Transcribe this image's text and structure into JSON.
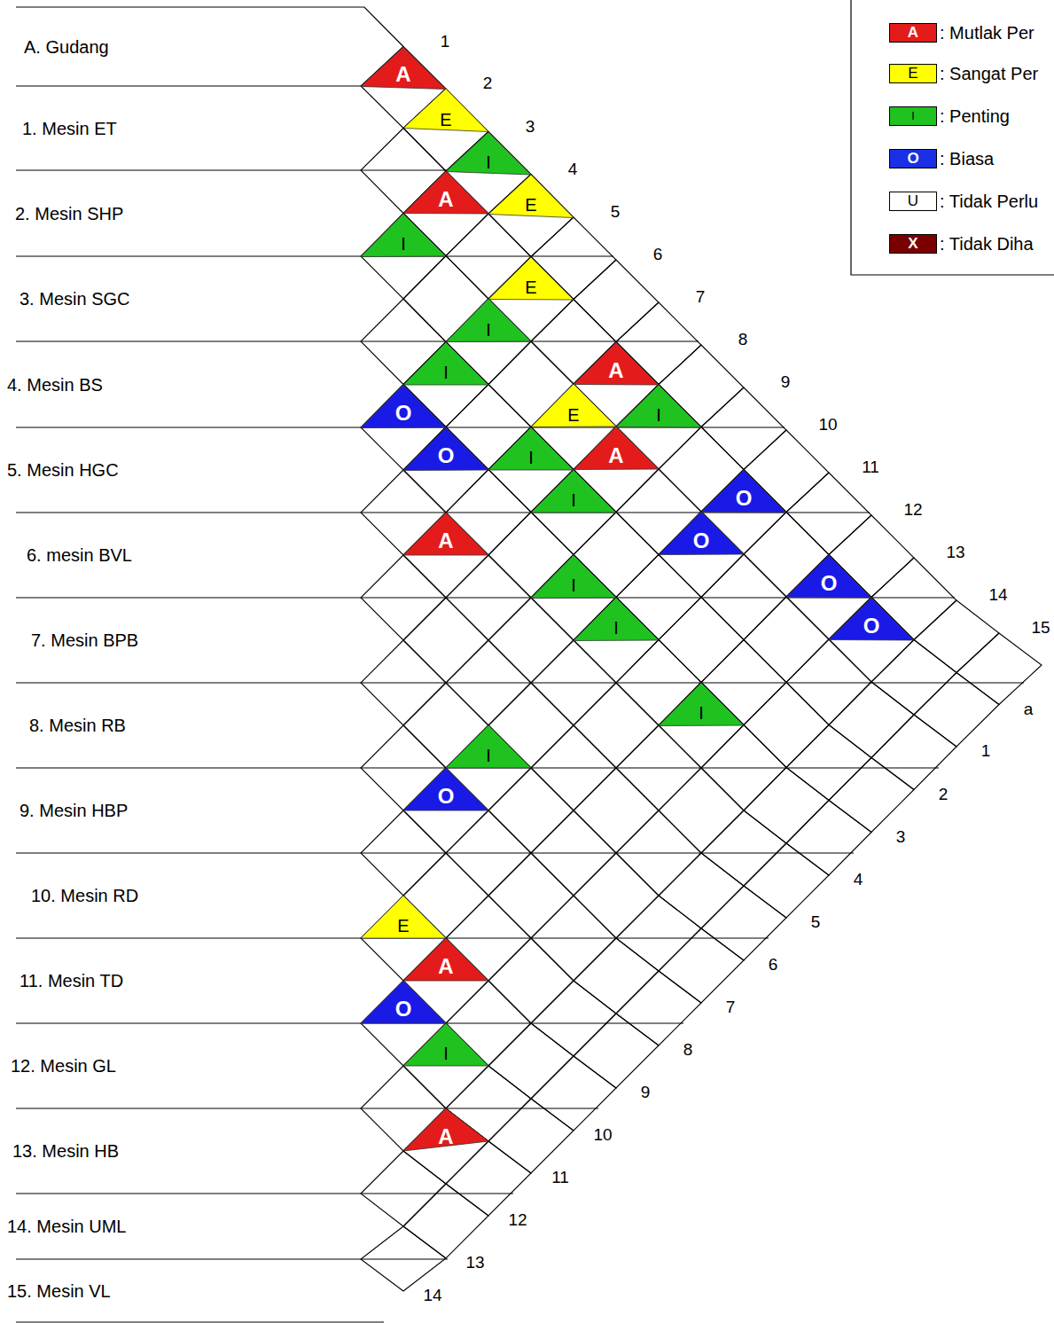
{
  "diagram": {
    "nodes": [
      {
        "text": [
          "A"
        ]
      },
      {
        "text": [
          "E"
        ]
      },
      {
        "text": [
          "I"
        ]
      },
      {
        "text": [
          "A"
        ]
      },
      {
        "text": [
          "E"
        ]
      },
      {
        "text": [
          "I"
        ]
      },
      {
        "text": [
          "E"
        ]
      },
      {
        "text": [
          "I"
        ]
      },
      {
        "text": [
          "I"
        ]
      },
      {
        "text": [
          "A"
        ]
      },
      {
        "text": [
          "E"
        ]
      },
      {
        "text": [
          "I"
        ]
      },
      {
        "text": [
          "O"
        ]
      },
      {
        "text": [
          "O"
        ]
      },
      {
        "text": [
          "I"
        ]
      },
      {
        "text": [
          "A"
        ]
      },
      {
        "text": [
          "I"
        ]
      },
      {
        "text": [
          "O"
        ]
      },
      {
        "text": [
          "A"
        ]
      },
      {
        "text": [
          "O"
        ]
      },
      {
        "text": [
          "I"
        ]
      },
      {
        "text": [
          "O"
        ]
      },
      {
        "text": [
          "I"
        ]
      },
      {
        "text": [
          "O"
        ]
      },
      {
        "text": [
          "I"
        ]
      },
      {
        "text": [
          "I"
        ]
      },
      {
        "text": [
          "O"
        ]
      },
      {
        "text": [
          "E"
        ]
      },
      {
        "text": [
          "A"
        ]
      },
      {
        "text": [
          "O"
        ]
      },
      {
        "text": [
          "I"
        ]
      },
      {
        "text": [
          "A"
        ]
      }
    ],
    "labels": [
      "A. Gudang",
      "1. Mesin ET",
      "2. Mesin SHP",
      "3. Mesin SGC",
      "4. Mesin BS",
      "5. Mesin HGC",
      "6. mesin BVL",
      "7. Mesin BPB",
      "8. Mesin RB",
      "9. Mesin HBP",
      "10. Mesin RD",
      "11. Mesin TD",
      "12. Mesin GL",
      "13. Mesin HB",
      "14. Mesin UML",
      "15. Mesin VL",
      "1",
      "2",
      "3",
      "4",
      "5",
      "6",
      "7",
      "8",
      "9",
      "10",
      "11",
      "12",
      "13",
      "14",
      "15",
      "a",
      "1",
      "2",
      "3",
      "4",
      "5",
      "6",
      "7",
      "8",
      "9",
      "10",
      "11",
      "12",
      "13",
      "14",
      "A",
      "E",
      "I",
      "O",
      "U",
      "X"
    ],
    "legend": [
      {
        "text": ": Mutlak Per",
        "color": "#e31b1b"
      },
      {
        "text": ": Sangat Per",
        "color": "#ffff00"
      },
      {
        "text": ": Penting",
        "color": "#1fc21f"
      },
      {
        "text": ": Biasa",
        "color": "#1a2fe6"
      },
      {
        "text": ": Tidak Perlu",
        "color": "#ffffff"
      },
      {
        "text": ": Tidak Diha",
        "color": "#7a0000"
      }
    ]
  }
}
